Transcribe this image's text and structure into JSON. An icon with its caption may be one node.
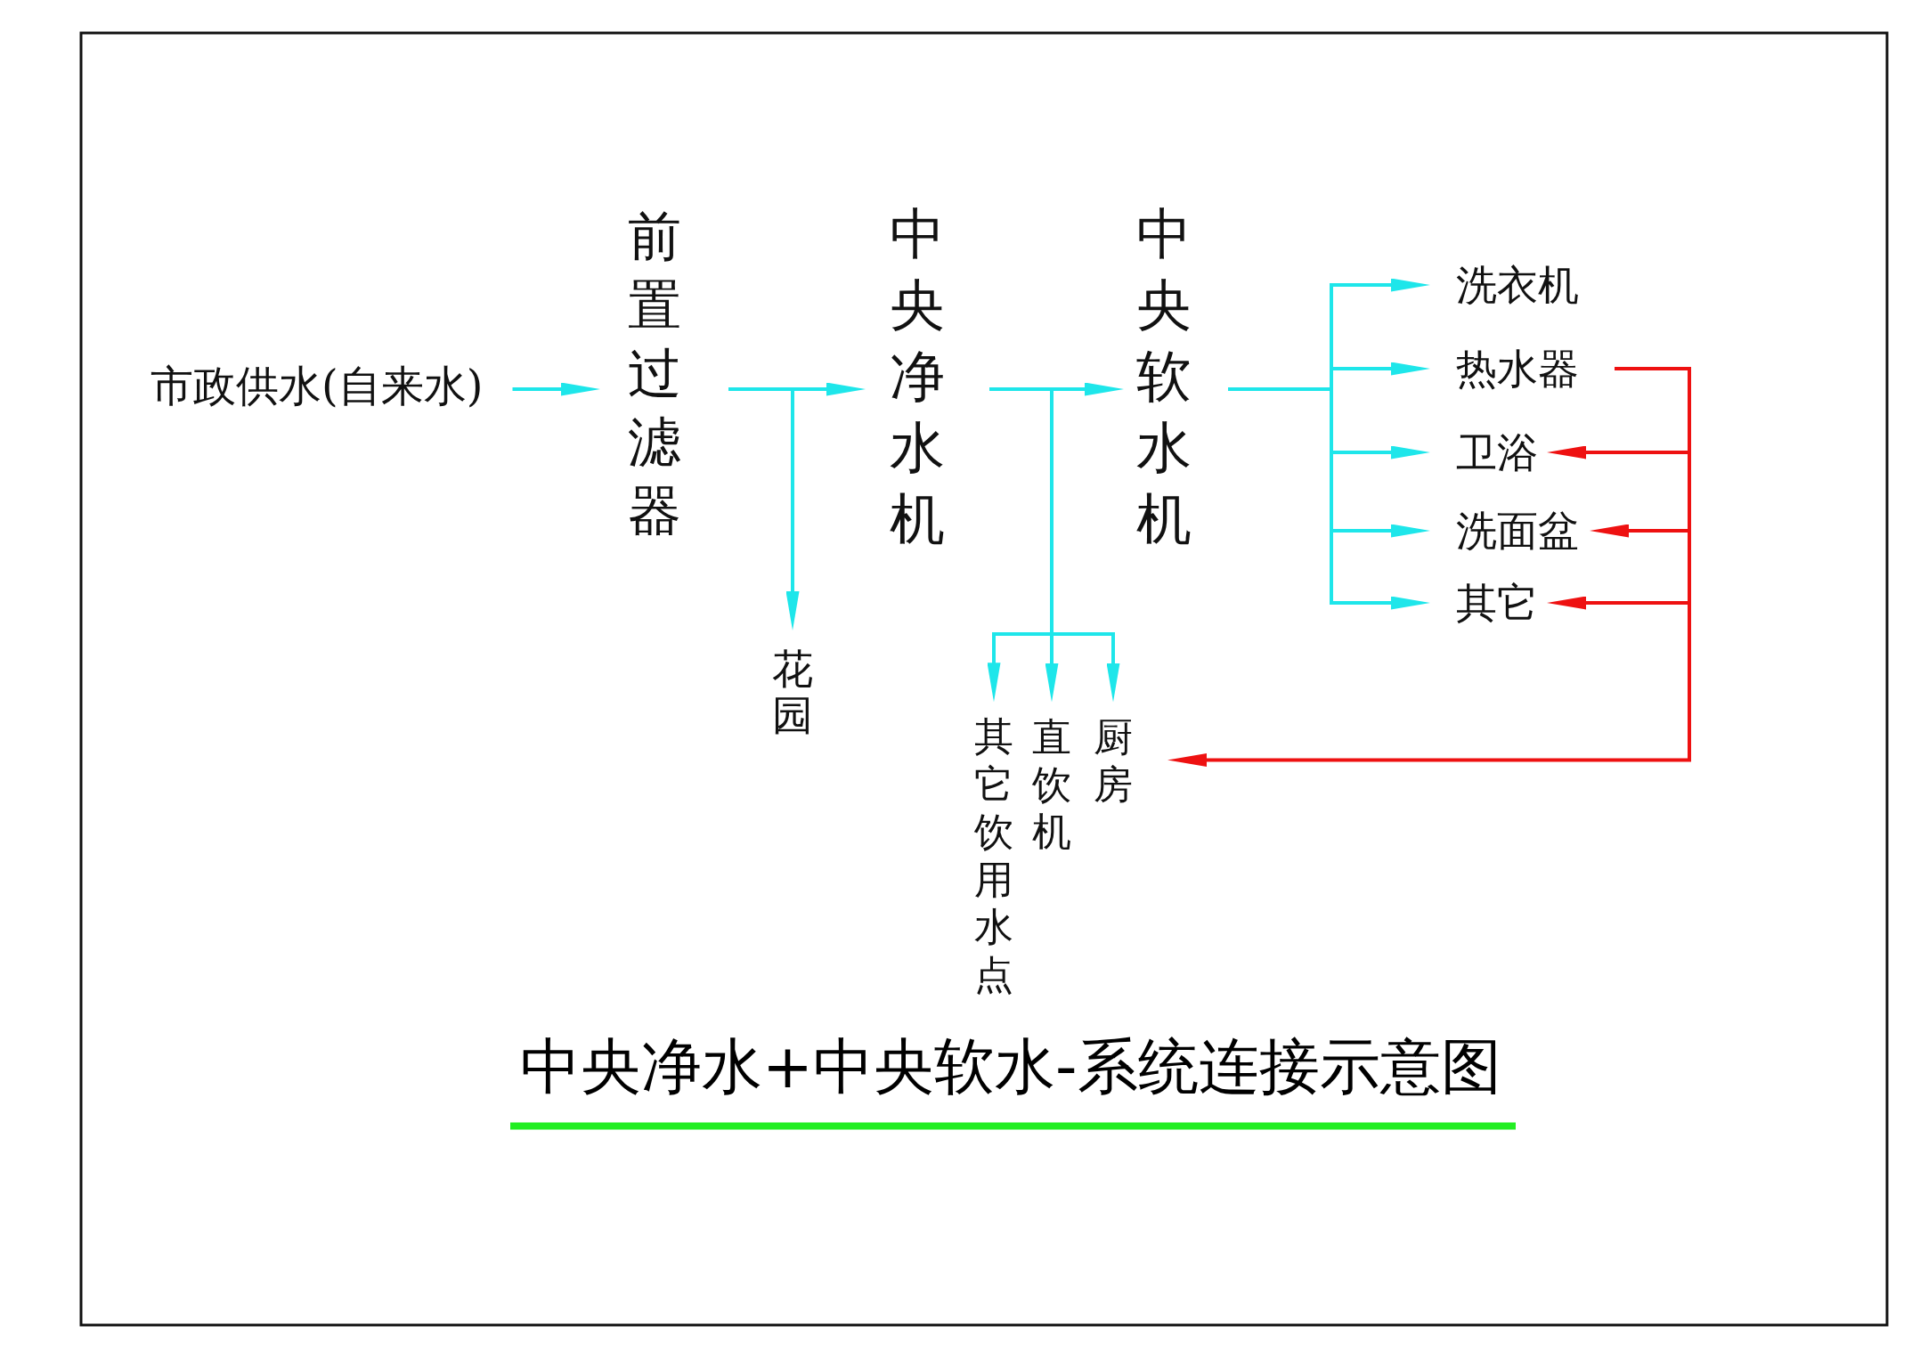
{
  "diagram": {
    "title": "中央净水+中央软水-系统连接示意图",
    "nodes": [
      {
        "text": [
          "市政供水(自来水)"
        ]
      },
      {
        "text": [
          "前置过滤器"
        ]
      },
      {
        "text": [
          "中央净水机"
        ]
      },
      {
        "text": [
          "中央软水机"
        ]
      },
      {
        "text": [
          "洗衣机"
        ]
      },
      {
        "text": [
          "热水器"
        ]
      },
      {
        "text": [
          "卫浴"
        ]
      },
      {
        "text": [
          "洗面盆"
        ]
      },
      {
        "text": [
          "其它"
        ]
      },
      {
        "text": [
          "花园"
        ]
      },
      {
        "text": [
          "其它饮用水点"
        ]
      },
      {
        "text": [
          "直饮机"
        ]
      },
      {
        "text": [
          "厨房"
        ]
      }
    ],
    "edges": [
      {
        "from": 0,
        "to": 1,
        "arrow": "to"
      },
      {
        "from": 1,
        "to": 2,
        "arrow": "to"
      },
      {
        "from": 1,
        "to": 9,
        "arrow": "to"
      },
      {
        "from": 2,
        "to": 3,
        "arrow": "to"
      },
      {
        "from": 2,
        "to": 10,
        "arrow": "to"
      },
      {
        "from": 2,
        "to": 11,
        "arrow": "to"
      },
      {
        "from": 2,
        "to": 12,
        "arrow": "to"
      },
      {
        "from": 3,
        "to": 4,
        "arrow": "to"
      },
      {
        "from": 3,
        "to": 5,
        "arrow": "to"
      },
      {
        "from": 3,
        "to": 6,
        "arrow": "to"
      },
      {
        "from": 3,
        "to": 7,
        "arrow": "to"
      },
      {
        "from": 3,
        "to": 8,
        "arrow": "to"
      },
      {
        "from": 5,
        "to": 6,
        "arrow": "to",
        "color": "#ee1111"
      },
      {
        "from": 5,
        "to": 7,
        "arrow": "to",
        "color": "#ee1111"
      },
      {
        "from": 5,
        "to": 8,
        "arrow": "to",
        "color": "#ee1111"
      },
      {
        "from": 5,
        "to": 12,
        "arrow": "to",
        "color": "#ee1111"
      }
    ]
  }
}
